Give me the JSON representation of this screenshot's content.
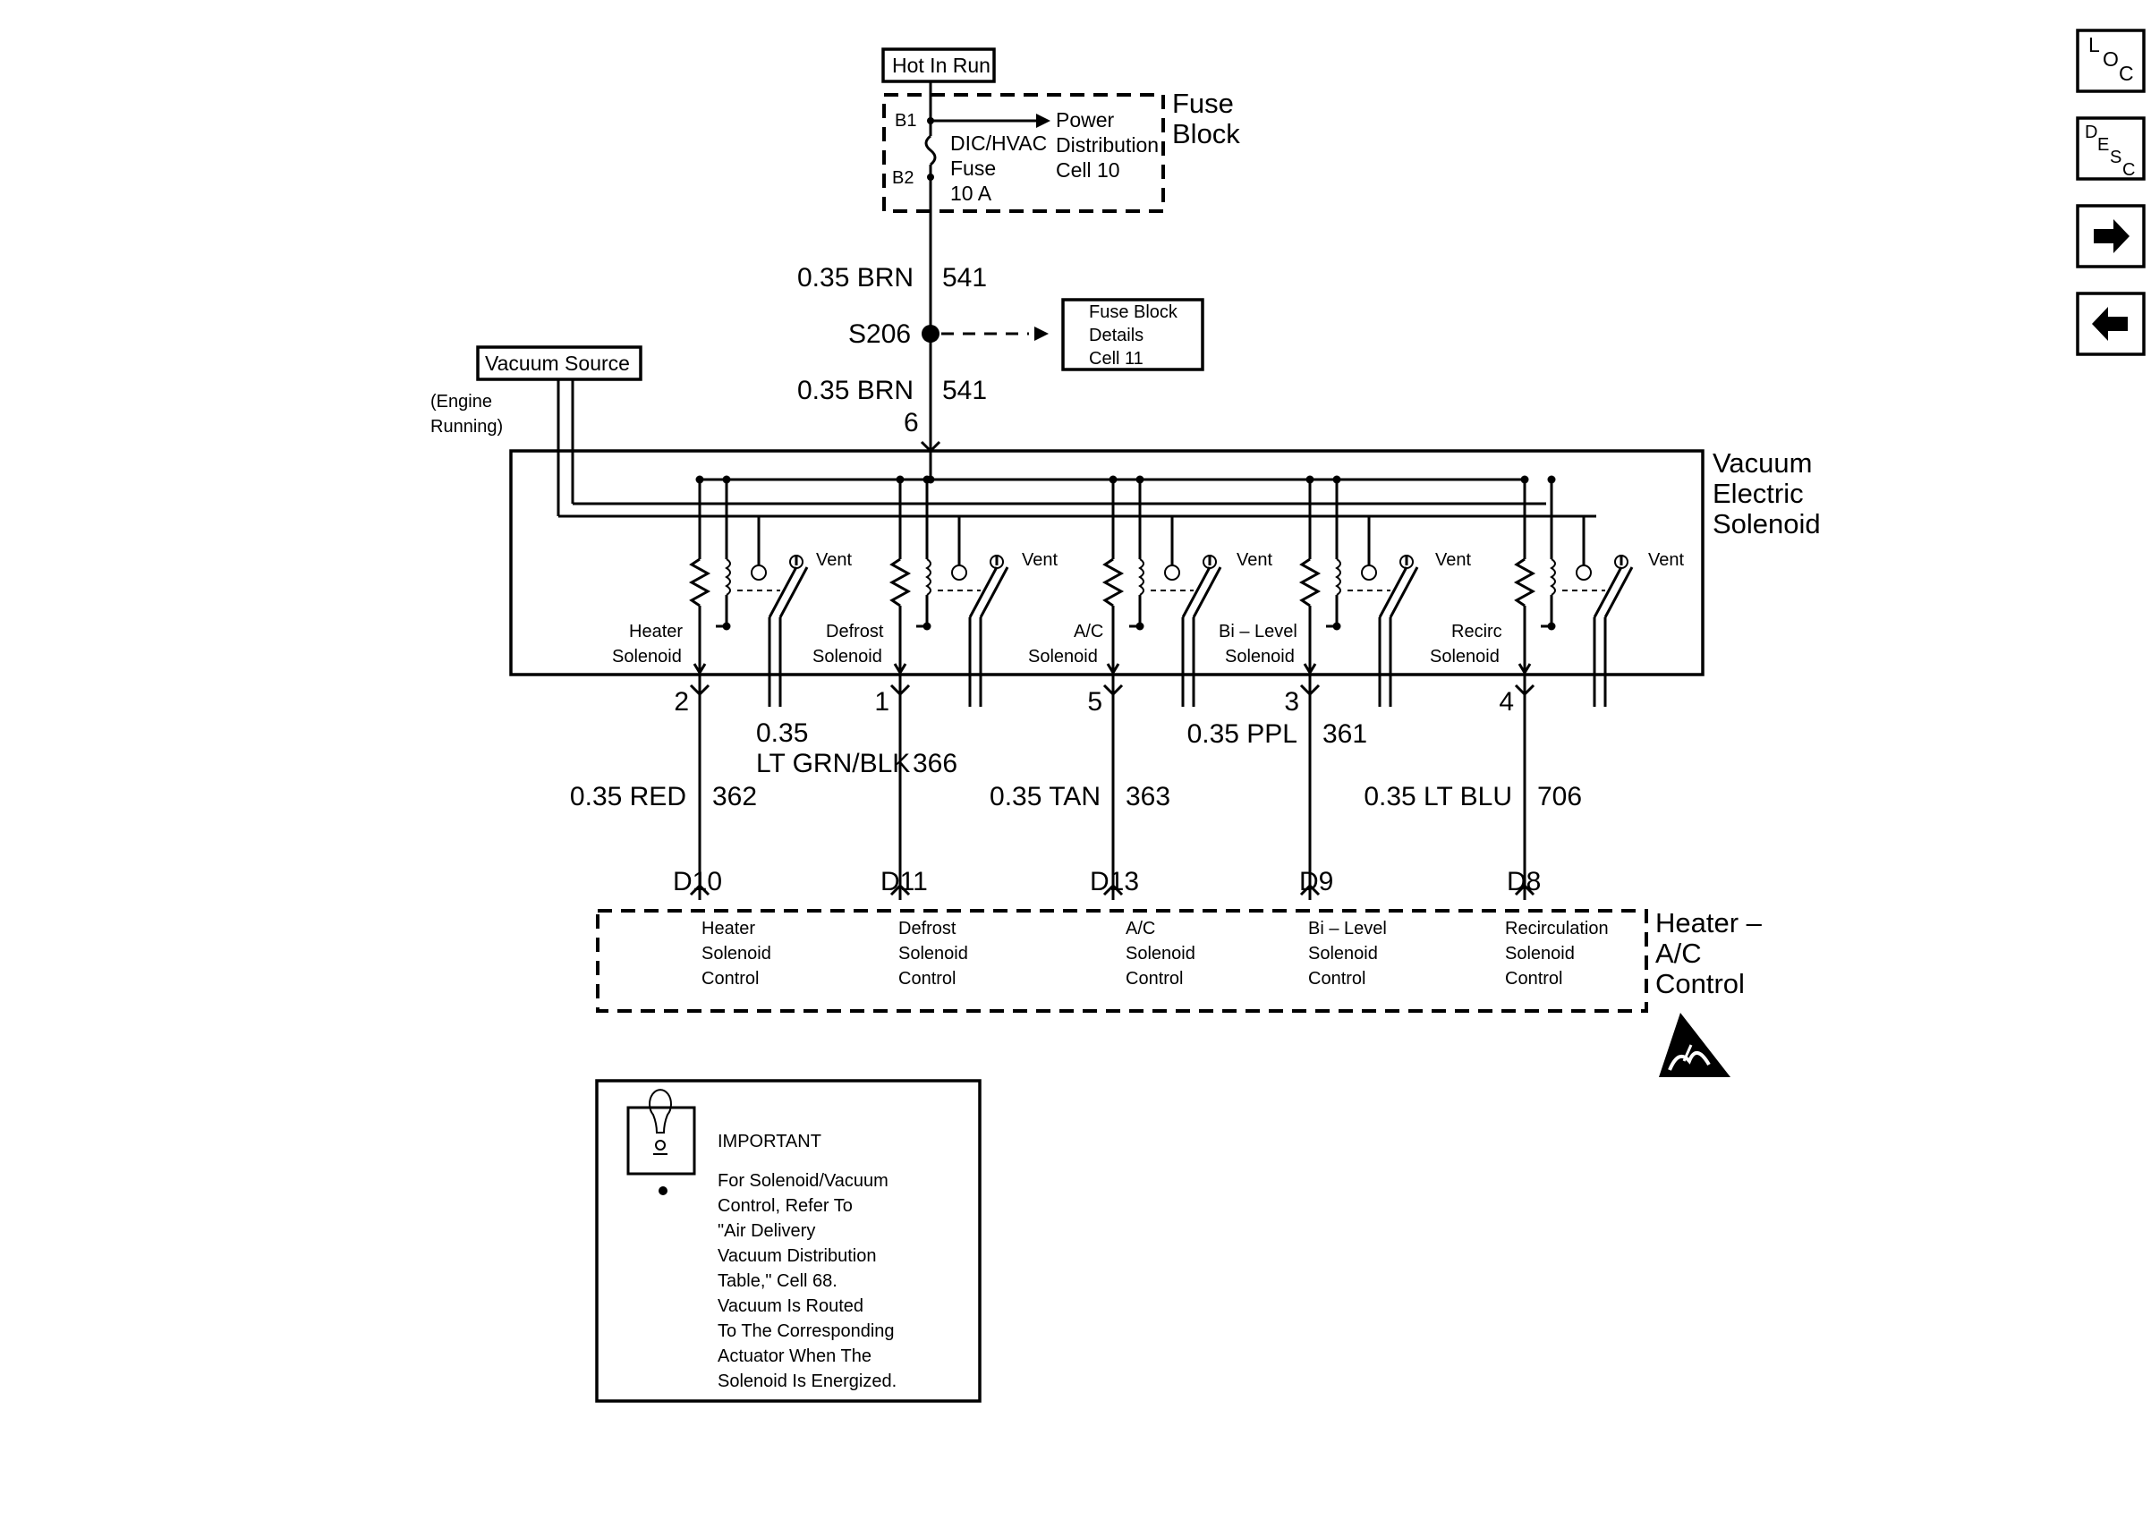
{
  "top": {
    "hot_in_run": "Hot In Run",
    "fuse_block_title": [
      "Fuse",
      "Block"
    ],
    "b1": "B1",
    "b2": "B2",
    "fuse_name": [
      "DIC/HVAC",
      "Fuse",
      "10 A"
    ],
    "power_dist": [
      "Power",
      "Distribution",
      "Cell 10"
    ]
  },
  "feed": {
    "wire_upper_label": "0.35 BRN",
    "wire_upper_circuit": "541",
    "splice": "S206",
    "splice_ref": [
      "Fuse Block",
      "Details",
      "Cell 11"
    ],
    "wire_lower_label": "0.35 BRN",
    "wire_lower_circuit": "541",
    "pin": "6"
  },
  "vacuum": {
    "source": "Vacuum Source",
    "condition": [
      "(Engine",
      "Running)"
    ]
  },
  "solenoid_block": {
    "title": [
      "Vacuum",
      "Electric",
      "Solenoid"
    ],
    "vent": "Vent",
    "solenoids": [
      {
        "name": [
          "Heater",
          "Solenoid"
        ],
        "pin": "2"
      },
      {
        "name": [
          "Defrost",
          "Solenoid"
        ],
        "pin": "1"
      },
      {
        "name": [
          "A/C",
          "Solenoid"
        ],
        "pin": "5"
      },
      {
        "name": [
          "Bi – Level",
          "Solenoid"
        ],
        "pin": "3"
      },
      {
        "name": [
          "Recirc",
          "Solenoid"
        ],
        "pin": "4"
      }
    ]
  },
  "wires": [
    {
      "label": "0.35 RED",
      "circuit": "362"
    },
    {
      "label": [
        "0.35",
        "LT GRN/BLK"
      ],
      "circuit": "366"
    },
    {
      "label": "0.35 TAN",
      "circuit": "363"
    },
    {
      "label": "0.35 PPL",
      "circuit": "361"
    },
    {
      "label": "0.35 LT BLU",
      "circuit": "706"
    }
  ],
  "control": {
    "title": [
      "Heater –",
      "A/C",
      "Control"
    ],
    "terminals": [
      {
        "pin": "D10",
        "name": [
          "Heater",
          "Solenoid",
          "Control"
        ]
      },
      {
        "pin": "D11",
        "name": [
          "Defrost",
          "Solenoid",
          "Control"
        ]
      },
      {
        "pin": "D13",
        "name": [
          "A/C",
          "Solenoid",
          "Control"
        ]
      },
      {
        "pin": "D9",
        "name": [
          "Bi – Level",
          "Solenoid",
          "Control"
        ]
      },
      {
        "pin": "D8",
        "name": [
          "Recirculation",
          "Solenoid",
          "Control"
        ]
      }
    ]
  },
  "note": {
    "heading": "IMPORTANT",
    "lines": [
      "For Solenoid/Vacuum",
      "Control, Refer To",
      "\"Air Delivery",
      "Vacuum Distribution",
      "Table,\" Cell 68.",
      "Vacuum Is Routed",
      "To The Corresponding",
      "Actuator When The",
      "Solenoid Is Energized."
    ]
  },
  "nav": {
    "loc": [
      "L",
      "O",
      "C"
    ],
    "desc": [
      "D",
      "E",
      "S",
      "C"
    ]
  }
}
